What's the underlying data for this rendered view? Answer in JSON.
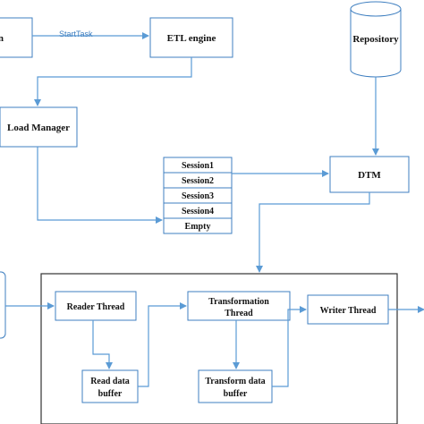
{
  "colors": {
    "node_border": "#3f7fc0",
    "connector": "#5b9bd5",
    "edge_label": "#3f7fc0",
    "text": "#111111",
    "frame": "#333333"
  },
  "nodes": {
    "left_top_partial": "n",
    "etl_engine": "ETL engine",
    "repository": "Repository",
    "load_manager": "Load Manager",
    "dtm": "DTM",
    "session_list": [
      "Session1",
      "Session2",
      "Session3",
      "Session4",
      "Empty"
    ],
    "reader_thread": "Reader Thread",
    "read_buffer": [
      "Read data",
      "buffer"
    ],
    "transformation_thread": [
      "Transformation",
      "Thread"
    ],
    "transform_buffer": [
      "Transform data",
      "buffer"
    ],
    "writer_thread": "Writer Thread"
  },
  "edges": {
    "start_task": "StartTask"
  }
}
